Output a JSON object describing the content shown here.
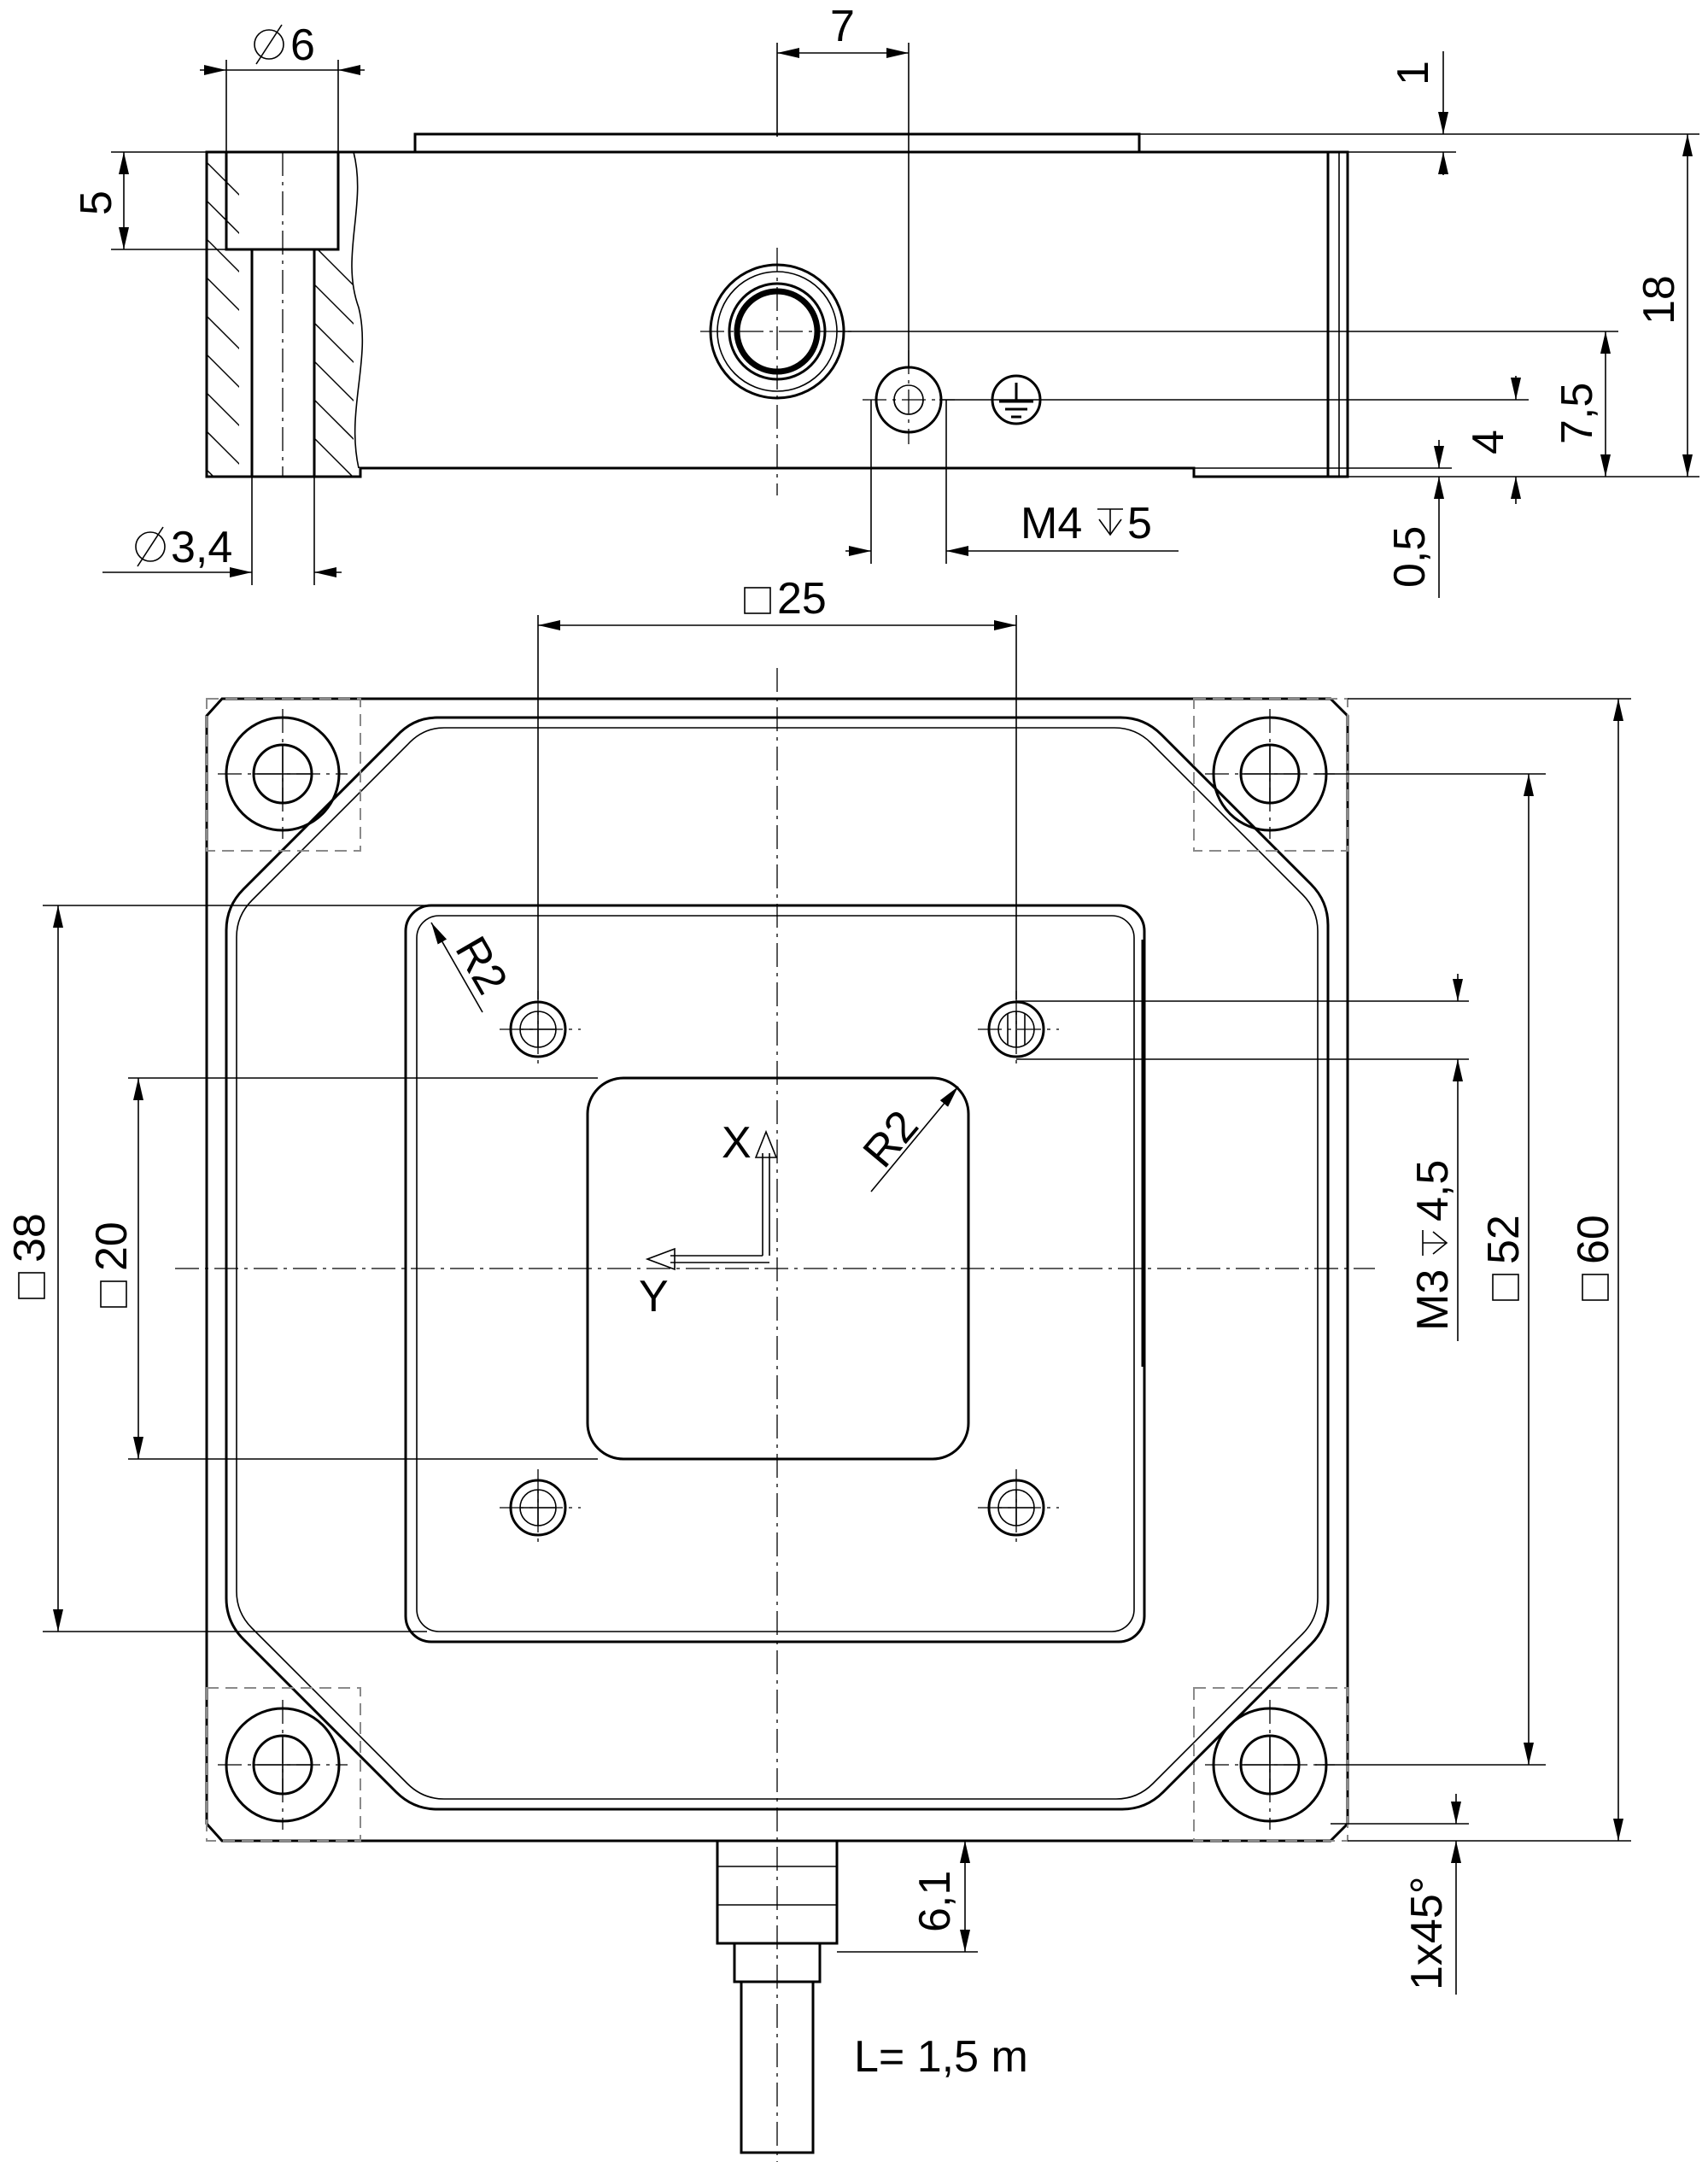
{
  "top_view": {
    "dims": {
      "d6": "6",
      "d7": "7",
      "d1": "1",
      "d5": "5",
      "d18": "18",
      "d7_5": "7,5",
      "d4": "4",
      "d0_5": "0,5",
      "d3_4": "3,4",
      "m4": "M4",
      "m4_depth": "5"
    }
  },
  "plan_view": {
    "dims": {
      "sq25": "25",
      "sq38": "38",
      "sq20": "20",
      "sq52": "52",
      "sq60": "60",
      "r2_outer": "R2",
      "r2_inner": "R2",
      "m3": "M3",
      "m3_depth": "4,5",
      "d6_1": "6,1",
      "chamfer": "1x45°"
    },
    "axes": {
      "x": "X",
      "y": "Y"
    },
    "cable_length": "L= 1,5 m"
  },
  "colors": {
    "line": "#000000",
    "hidden": "#8a8a8a",
    "background": "#ffffff"
  },
  "icons": [
    "diameter-symbol",
    "square-symbol",
    "depth-symbol",
    "ground-symbol",
    "hatching"
  ]
}
